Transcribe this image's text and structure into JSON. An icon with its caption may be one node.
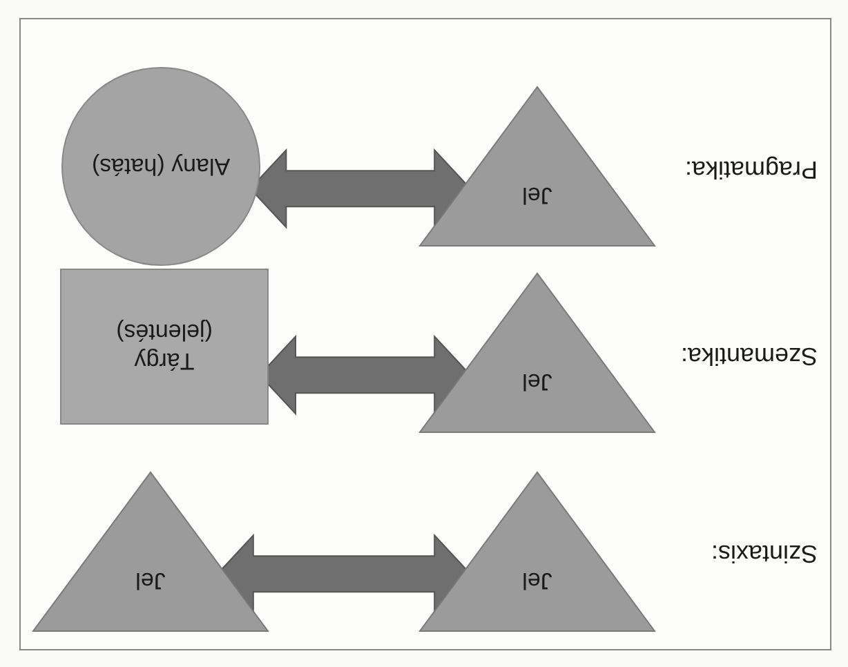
{
  "diagram": {
    "nodes": [
      {
        "text": [
          "Jel"
        ]
      },
      {
        "text": [
          "Jel"
        ]
      },
      {
        "text": [
          "Jel"
        ]
      },
      {
        "text": [
          "Tárgy (jelentés)"
        ]
      },
      {
        "text": [
          "Jel"
        ]
      },
      {
        "text": [
          "Alany (hatás)"
        ]
      }
    ],
    "edges": [
      {
        "from": 0,
        "to": 1,
        "arrow": "both",
        "style": "thick"
      },
      {
        "from": 2,
        "to": 3,
        "arrow": "both",
        "style": "thick"
      },
      {
        "from": 4,
        "to": 5,
        "arrow": "both",
        "style": "thick"
      }
    ],
    "labels": [
      "Szintaxis:",
      "Szemantika:",
      "Pragmatika:"
    ]
  }
}
